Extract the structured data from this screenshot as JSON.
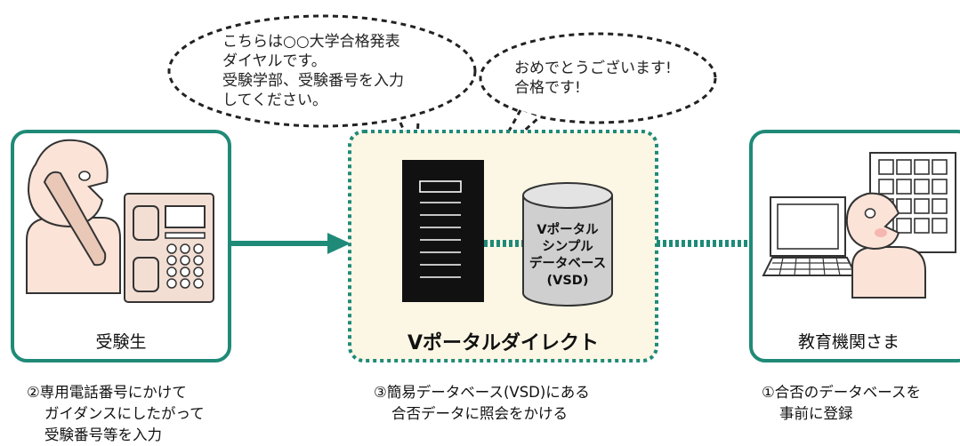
{
  "colors": {
    "teal": "#1f8a77",
    "cream": "#fbf7e4",
    "skin": "#fbe3d7",
    "server": "#111111",
    "db_gray": "#cfcfcf"
  },
  "bubbles": {
    "left": [
      "こちらは○○大学合格発表",
      "ダイヤルです。",
      "受験学部、受験番号を入力",
      "してください。"
    ],
    "right": [
      "おめでとうございます!",
      "合格です!"
    ]
  },
  "boxes": {
    "student": "受験生",
    "portal": "Vポータルダイレクト",
    "institution": "教育機関さま"
  },
  "database": {
    "lines": [
      "Vポータル",
      "シンプル",
      "データベース",
      "(VSD)"
    ]
  },
  "captions": {
    "left": [
      "②専用電話番号にかけて",
      "ガイダンスにしたがって",
      "受験番号等を入力"
    ],
    "center": [
      "③簡易データベース(VSD)にある",
      "合否データに照会をかける"
    ],
    "right": [
      "①合否のデータベースを",
      "事前に登録"
    ]
  },
  "icons": [
    "person-on-phone-icon",
    "desk-telephone-icon",
    "server-icon",
    "database-cylinder-icon",
    "person-at-computer-icon",
    "computer-icon",
    "office-building-icon"
  ]
}
